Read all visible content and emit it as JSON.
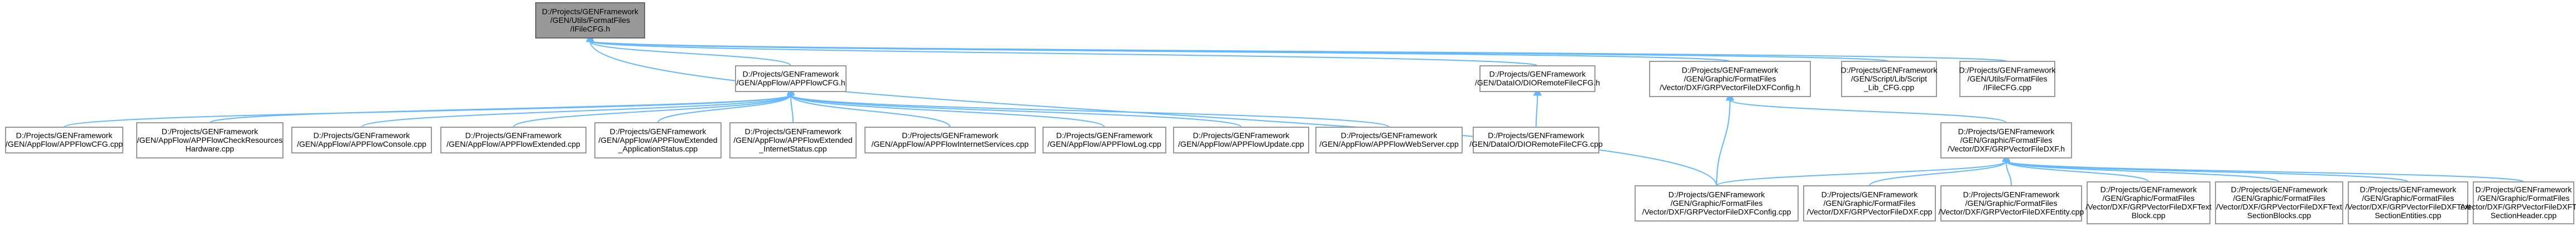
{
  "graph": {
    "nodes": [
      {
        "id": "root",
        "lines": [
          "D:/Projects/GENFramework",
          "/GEN/Utils/FormatFiles",
          "/IFileCFG.h"
        ]
      },
      {
        "id": "appflowcfg_h",
        "lines": [
          "D:/Projects/GENFramework",
          "/GEN/AppFlow/APPFlowCFG.h"
        ]
      },
      {
        "id": "diceremote_h",
        "lines": [
          "D:/Projects/GENFramework",
          "/GEN/DataIO/DIORemoteFileCFG.h"
        ]
      },
      {
        "id": "dxfconfig_h",
        "lines": [
          "D:/Projects/GENFramework",
          "/GEN/Graphic/FormatFiles",
          "/Vector/DXF/GRPVectorFileDXFConfig.h"
        ]
      },
      {
        "id": "script_lib",
        "lines": [
          "D:/Projects/GENFramework",
          "/GEN/Script/Lib/Script",
          "_Lib_CFG.cpp"
        ]
      },
      {
        "id": "ifilecfg_cpp",
        "lines": [
          "D:/Projects/GENFramework",
          "/GEN/Utils/FormatFiles",
          "/IFileCFG.cpp"
        ]
      },
      {
        "id": "appflowcfg_cpp",
        "lines": [
          "D:/Projects/GENFramework",
          "/GEN/AppFlow/APPFlowCFG.cpp"
        ]
      },
      {
        "id": "checkresources",
        "lines": [
          "D:/Projects/GENFramework",
          "/GEN/AppFlow/APPFlowCheckResources",
          "Hardware.cpp"
        ]
      },
      {
        "id": "console",
        "lines": [
          "D:/Projects/GENFramework",
          "/GEN/AppFlow/APPFlowConsole.cpp"
        ]
      },
      {
        "id": "extended",
        "lines": [
          "D:/Projects/GENFramework",
          "/GEN/AppFlow/APPFlowExtended.cpp"
        ]
      },
      {
        "id": "ext_appstatus",
        "lines": [
          "D:/Projects/GENFramework",
          "/GEN/AppFlow/APPFlowExtended",
          "_ApplicationStatus.cpp"
        ]
      },
      {
        "id": "ext_inetstatus",
        "lines": [
          "D:/Projects/GENFramework",
          "/GEN/AppFlow/APPFlowExtended",
          "_InternetStatus.cpp"
        ]
      },
      {
        "id": "inetservices",
        "lines": [
          "D:/Projects/GENFramework",
          "/GEN/AppFlow/APPFlowInternetServices.cpp"
        ]
      },
      {
        "id": "log",
        "lines": [
          "D:/Projects/GENFramework",
          "/GEN/AppFlow/APPFlowLog.cpp"
        ]
      },
      {
        "id": "update",
        "lines": [
          "D:/Projects/GENFramework",
          "/GEN/AppFlow/APPFlowUpdate.cpp"
        ]
      },
      {
        "id": "webserver",
        "lines": [
          "D:/Projects/GENFramework",
          "/GEN/AppFlow/APPFlowWebServer.cpp"
        ]
      },
      {
        "id": "diceremote_cpp",
        "lines": [
          "D:/Projects/GENFramework",
          "/GEN/DataIO/DIORemoteFileCFG.cpp"
        ]
      },
      {
        "id": "dxf_h",
        "lines": [
          "D:/Projects/GENFramework",
          "/GEN/Graphic/FormatFiles",
          "/Vector/DXF/GRPVectorFileDXF.h"
        ]
      },
      {
        "id": "dxfconfig_cpp",
        "lines": [
          "D:/Projects/GENFramework",
          "/GEN/Graphic/FormatFiles",
          "/Vector/DXF/GRPVectorFileDXFConfig.cpp"
        ]
      },
      {
        "id": "dxf_cpp",
        "lines": [
          "D:/Projects/GENFramework",
          "/GEN/Graphic/FormatFiles",
          "/Vector/DXF/GRPVectorFileDXF.cpp"
        ]
      },
      {
        "id": "dxfentity",
        "lines": [
          "D:/Projects/GENFramework",
          "/GEN/Graphic/FormatFiles",
          "/Vector/DXF/GRPVectorFileDXFEntity.cpp"
        ]
      },
      {
        "id": "textblock",
        "lines": [
          "D:/Projects/GENFramework",
          "/GEN/Graphic/FormatFiles",
          "/Vector/DXF/GRPVectorFileDXFText",
          "Block.cpp"
        ]
      },
      {
        "id": "sectionblocks",
        "lines": [
          "D:/Projects/GENFramework",
          "/GEN/Graphic/FormatFiles",
          "/Vector/DXF/GRPVectorFileDXFText",
          "SectionBlocks.cpp"
        ]
      },
      {
        "id": "sectionentities",
        "lines": [
          "D:/Projects/GENFramework",
          "/GEN/Graphic/FormatFiles",
          "/Vector/DXF/GRPVectorFileDXFText",
          "SectionEntities.cpp"
        ]
      },
      {
        "id": "sectionheader",
        "lines": [
          "D:/Projects/GENFramework",
          "/GEN/Graphic/FormatFiles",
          "/Vector/DXF/GRPVectorFileDXFText",
          "SectionHeader.cpp"
        ]
      }
    ],
    "edges": [
      [
        "root",
        "appflowcfg_h"
      ],
      [
        "root",
        "diceremote_h"
      ],
      [
        "root",
        "dxfconfig_h"
      ],
      [
        "root",
        "script_lib"
      ],
      [
        "root",
        "ifilecfg_cpp"
      ],
      [
        "root",
        "dxfconfig_cpp"
      ],
      [
        "appflowcfg_h",
        "appflowcfg_cpp"
      ],
      [
        "appflowcfg_h",
        "checkresources"
      ],
      [
        "appflowcfg_h",
        "console"
      ],
      [
        "appflowcfg_h",
        "extended"
      ],
      [
        "appflowcfg_h",
        "ext_appstatus"
      ],
      [
        "appflowcfg_h",
        "ext_inetstatus"
      ],
      [
        "appflowcfg_h",
        "inetservices"
      ],
      [
        "appflowcfg_h",
        "log"
      ],
      [
        "appflowcfg_h",
        "update"
      ],
      [
        "appflowcfg_h",
        "webserver"
      ],
      [
        "diceremote_h",
        "diceremote_cpp"
      ],
      [
        "dxfconfig_h",
        "dxf_h"
      ],
      [
        "dxfconfig_h",
        "dxfconfig_cpp"
      ],
      [
        "dxf_h",
        "dxfconfig_cpp"
      ],
      [
        "dxf_h",
        "dxf_cpp"
      ],
      [
        "dxf_h",
        "dxfentity"
      ],
      [
        "dxf_h",
        "textblock"
      ],
      [
        "dxf_h",
        "sectionblocks"
      ],
      [
        "dxf_h",
        "sectionentities"
      ],
      [
        "dxf_h",
        "sectionheader"
      ]
    ]
  }
}
